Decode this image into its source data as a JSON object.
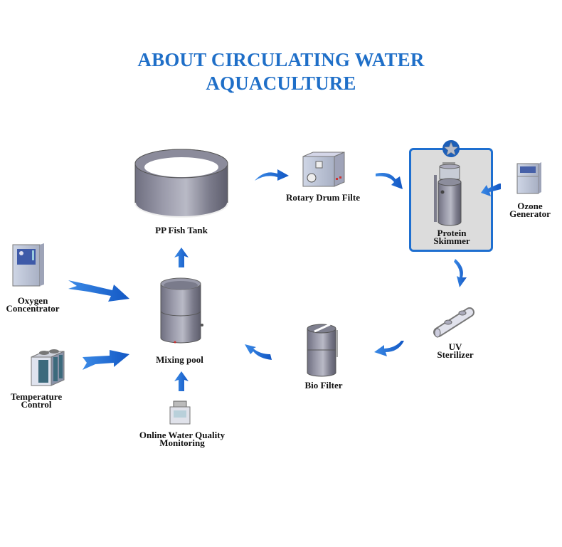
{
  "title": {
    "line1": "ABOUT CIRCULATING WATER",
    "line2": "AQUACULTURE",
    "color": "#1f6fc8"
  },
  "arrow_color": "#1e6fd0",
  "highlight": {
    "component": "protein_skimmer",
    "border_color": "#1e6fd0",
    "background": "#dcdcdc",
    "badge_icon": "star-icon"
  },
  "components": {
    "pp_fish_tank": {
      "label": "PP Fish Tank",
      "icon": "cylinder-tank-icon"
    },
    "rotary_drum_filter": {
      "label": "Rotary Drum Filte",
      "icon": "drum-filter-icon"
    },
    "protein_skimmer": {
      "label_line1": "Protein",
      "label_line2": "Skimmer",
      "icon": "skimmer-icon"
    },
    "ozone_generator": {
      "label_line1": "Ozone",
      "label_line2": "Generator",
      "icon": "ozone-generator-icon"
    },
    "uv_sterilizer": {
      "label_line1": "UV",
      "label_line2": "Sterilizer",
      "icon": "uv-sterilizer-icon"
    },
    "bio_filter": {
      "label": "Bio Filter",
      "icon": "bio-filter-icon"
    },
    "mixing_pool": {
      "label": "Mixing pool",
      "icon": "mixing-pool-icon"
    },
    "oxygen_concentrator": {
      "label_line1": "Oxygen",
      "label_line2": "Concentrator",
      "icon": "oxygen-concentrator-icon"
    },
    "temperature_control": {
      "label_line1": "Temperature",
      "label_line2": "Control",
      "icon": "chiller-icon"
    },
    "water_quality": {
      "label_line1": "Online Water Quality",
      "label_line2": "Monitoring",
      "icon": "monitor-icon"
    }
  },
  "flow": [
    "Mixing pool → PP Fish Tank",
    "PP Fish Tank → Rotary Drum Filte",
    "Rotary Drum Filte → Protein Skimmer",
    "Ozone Generator → Protein Skimmer",
    "Protein Skimmer → UV Sterilizer",
    "UV Sterilizer → Bio Filter",
    "Bio Filter → Mixing pool",
    "Oxygen Concentrator → Mixing pool",
    "Temperature Control → Mixing pool",
    "Online Water Quality Monitoring → Mixing pool"
  ]
}
